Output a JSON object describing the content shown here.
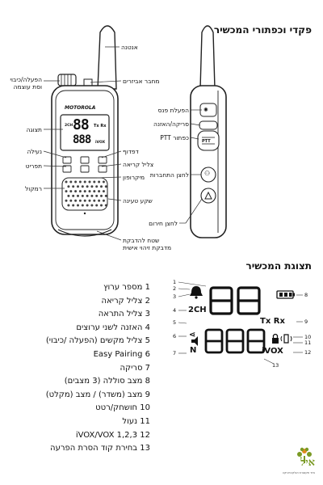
{
  "headings": {
    "controls": "פקדי וכפתורי המכשיר",
    "display": "תצוגת המכשיר"
  },
  "front_labels": {
    "antenna": "אנטנה",
    "power": "הפעלה/כיבוי\nוסת עוצמה",
    "accessory": "מחבר אביזרים",
    "display": "תצוגה",
    "lock": "נעילה",
    "menu": "תפריט",
    "speaker": "רמקול",
    "call_tone": "צליל קריאה",
    "microphone": "מיקרופון",
    "charge_jack": "שקע טעינה",
    "up": "דפדוף",
    "sticker": "שטח להדבקת\nמדבקת זיהוי אישית",
    "brand": "MOTOROLA"
  },
  "side_labels": {
    "flashlight": "הפעלת פנס",
    "scan": "סריקה/האזנה",
    "ptt": "כפתור PTT",
    "talk_confirm": "לחצן התחברות",
    "emergency": "לחצן חירום",
    "ptt_text": "PTT"
  },
  "lcd": {
    "digits_top": "88",
    "digits_bottom": "888",
    "ch": "2CH",
    "txrx": "Tx Rx",
    "vox": "iVOX",
    "n_mark": "N"
  },
  "callouts": [
    "1",
    "2",
    "3",
    "4",
    "5",
    "6",
    "7",
    "8",
    "9",
    "10",
    "11",
    "12",
    "13"
  ],
  "legend": [
    "1 מספר ערוץ",
    "2 צליל קריאה",
    "3 צליל התראה",
    "4 האזנה לשני ערוצים",
    "5 צליל מקשים (הפעלה /כיבוי)",
    "6 Easy Pairing",
    "7 סריקה",
    "8 מצב סוללה (3 מצבים)",
    "9 מצב (משדר) / מצב (מקלט)",
    "10 חושחק/רטט",
    "11 נעול",
    "12 iVOX/VOX 1,2,3",
    "13 בחירת קוד הסרת הפרעה"
  ],
  "logo": {
    "name": "איל",
    "tagline": "ציוד תקשורת ואלקטרוניקה"
  },
  "colors": {
    "text": "#111111",
    "logo_green": "#7a9a24",
    "logo_orange": "#e08a1e"
  }
}
